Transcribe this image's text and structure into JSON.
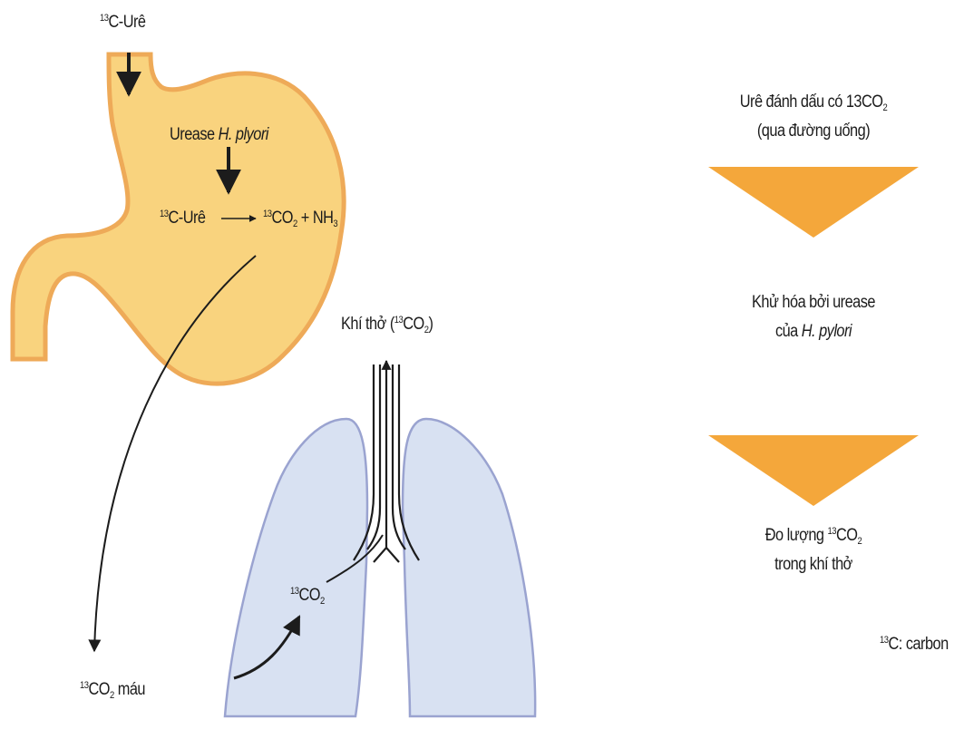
{
  "colors": {
    "stomach_fill": "#f9d37e",
    "stomach_stroke": "#eeaa58",
    "lung_fill": "#d8e1f2",
    "lung_stroke": "#9aa3d0",
    "triangle": "#f4a73b",
    "ink": "#1c1c1c"
  },
  "icons": [
    "stomach",
    "lungs",
    "trachea",
    "arrow-down",
    "arrow-up",
    "curved-arrow",
    "triangle-down"
  ],
  "top_left": {
    "sup": "13",
    "text": "C-Urê"
  },
  "urease": {
    "text": "Urease ",
    "italic": "H. plyori"
  },
  "reaction": {
    "left_sup": "13",
    "left": "C-Urê",
    "right_sup": "13",
    "right_a": "CO",
    "right_sub": "2",
    "right_b": " + NH",
    "right_sub2": "3"
  },
  "breath": {
    "text": "Khí thở (",
    "sup": "13",
    "co": "CO",
    "sub": "2",
    "close": ")"
  },
  "lung_co2": {
    "sup": "13",
    "text": "CO",
    "sub": "2"
  },
  "blood": {
    "sup": "13",
    "text": "CO",
    "sub": "2",
    "suffix": " máu"
  },
  "steps": {
    "s1_line1": "Urê đánh dấu có 13CO",
    "s1_sub": "2",
    "s1_line2": "(qua đường uống)",
    "s2_line1": "Khử hóa bởi urease",
    "s2_line2_a": "của ",
    "s2_line2_italic": "H. pylori",
    "s3_line1_a": "Đo lượng ",
    "s3_sup": "13",
    "s3_co": "CO",
    "s3_sub": "2",
    "s3_line2": "trong khí thở"
  },
  "footnote": {
    "sup": "13",
    "text": "C: carbon"
  }
}
